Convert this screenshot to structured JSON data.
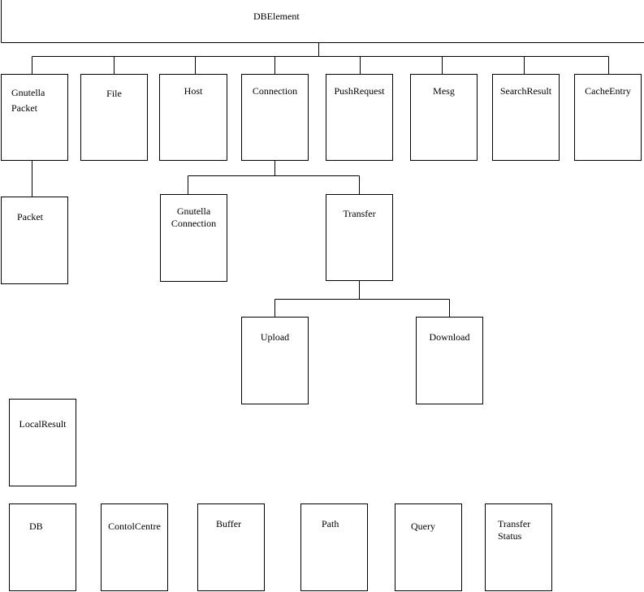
{
  "root": {
    "label": "DBElement"
  },
  "nodes": {
    "gnutella_packet": "Gnutella\nPacket",
    "file": "File",
    "host": "Host",
    "connection": "Connection",
    "push_request": "PushRequest",
    "mesg": "Mesg",
    "search_result": "SearchResult",
    "cache_entry": "CacheEntry",
    "packet": "Packet",
    "gnutella_connection": "Gnutella\nConnection",
    "transfer": "Transfer",
    "upload": "Upload",
    "download": "Download",
    "local_result": "LocalResult",
    "db": "DB",
    "control_centre": "ContolCentre",
    "buffer": "Buffer",
    "path": "Path",
    "query": "Query",
    "transfer_status": "Transfer\nStatus"
  }
}
